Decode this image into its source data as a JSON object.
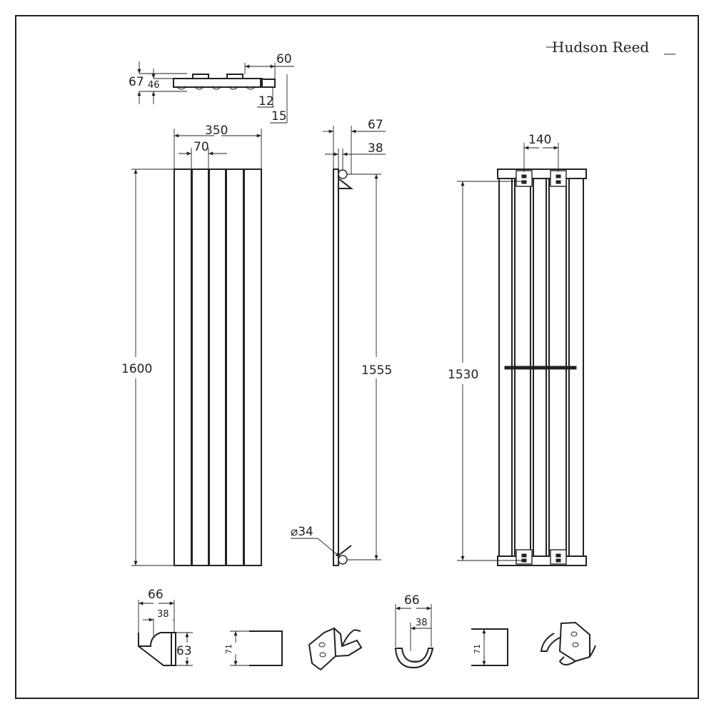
{
  "brand": {
    "name": "Hudson Reed"
  },
  "top_view": {
    "depth": "67",
    "body_depth": "46",
    "bracket_width": "60",
    "offset_a": "12",
    "offset_b": "15"
  },
  "front_view": {
    "width": "350",
    "column_pitch": "70",
    "height": "1600"
  },
  "side_view": {
    "depth": "67",
    "pipe_offset": "38",
    "pipe_centres": "1555",
    "pipe_diameter": "⌀34"
  },
  "rear_view": {
    "bracket_spacing": "140",
    "bracket_centres": "1530"
  },
  "bracket_a": {
    "width": "66",
    "hook_offset": "38",
    "height": "63",
    "plate_height": "71"
  },
  "bracket_b": {
    "width": "66",
    "hook_offset": "38",
    "plate_height": "71"
  }
}
